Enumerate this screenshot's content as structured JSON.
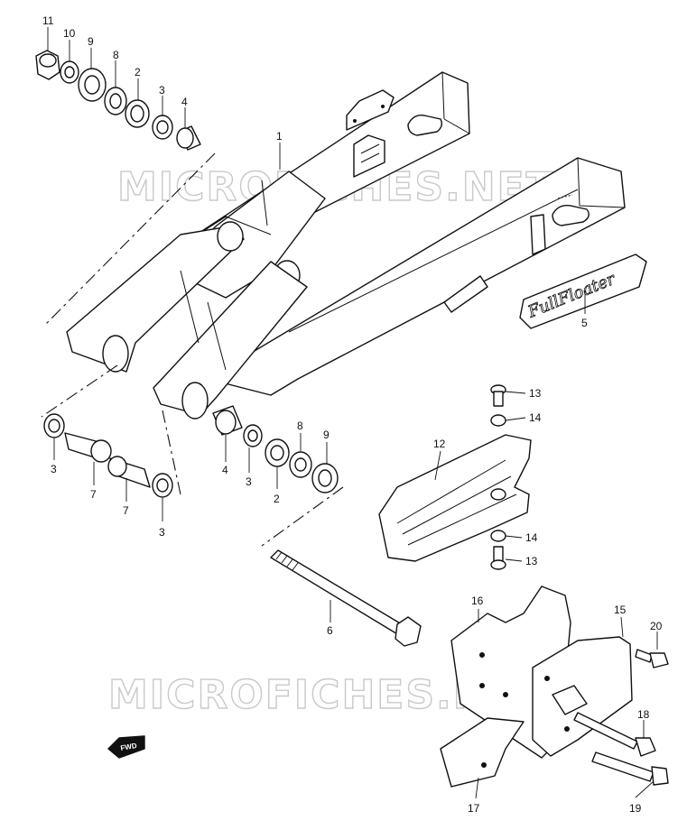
{
  "watermark_top": "MICROFICHES.NET",
  "watermark_bottom": "MICROFICHES.NET",
  "decal_text": "FullFloater",
  "fwd_text": "FWD",
  "callouts": [
    {
      "id": "c-11a",
      "label": "11"
    },
    {
      "id": "c-10a",
      "label": "10"
    },
    {
      "id": "c-9a",
      "label": "9"
    },
    {
      "id": "c-8a",
      "label": "8"
    },
    {
      "id": "c-2a",
      "label": "2"
    },
    {
      "id": "c-3a",
      "label": "3"
    },
    {
      "id": "c-4a",
      "label": "4"
    },
    {
      "id": "c-1",
      "label": "1"
    },
    {
      "id": "c-5",
      "label": "5"
    },
    {
      "id": "c-13a",
      "label": "13"
    },
    {
      "id": "c-14a",
      "label": "14"
    },
    {
      "id": "c-12",
      "label": "12"
    },
    {
      "id": "c-14b",
      "label": "14"
    },
    {
      "id": "c-13b",
      "label": "13"
    },
    {
      "id": "c-3b",
      "label": "3"
    },
    {
      "id": "c-7a",
      "label": "7"
    },
    {
      "id": "c-7b",
      "label": "7"
    },
    {
      "id": "c-3c",
      "label": "3"
    },
    {
      "id": "c-4b",
      "label": "4"
    },
    {
      "id": "c-3d",
      "label": "3"
    },
    {
      "id": "c-2b",
      "label": "2"
    },
    {
      "id": "c-8b",
      "label": "8"
    },
    {
      "id": "c-9b",
      "label": "9"
    },
    {
      "id": "c-6",
      "label": "6"
    },
    {
      "id": "c-16",
      "label": "16"
    },
    {
      "id": "c-15",
      "label": "15"
    },
    {
      "id": "c-20",
      "label": "20"
    },
    {
      "id": "c-18",
      "label": "18"
    },
    {
      "id": "c-17",
      "label": "17"
    },
    {
      "id": "c-19",
      "label": "19"
    }
  ]
}
